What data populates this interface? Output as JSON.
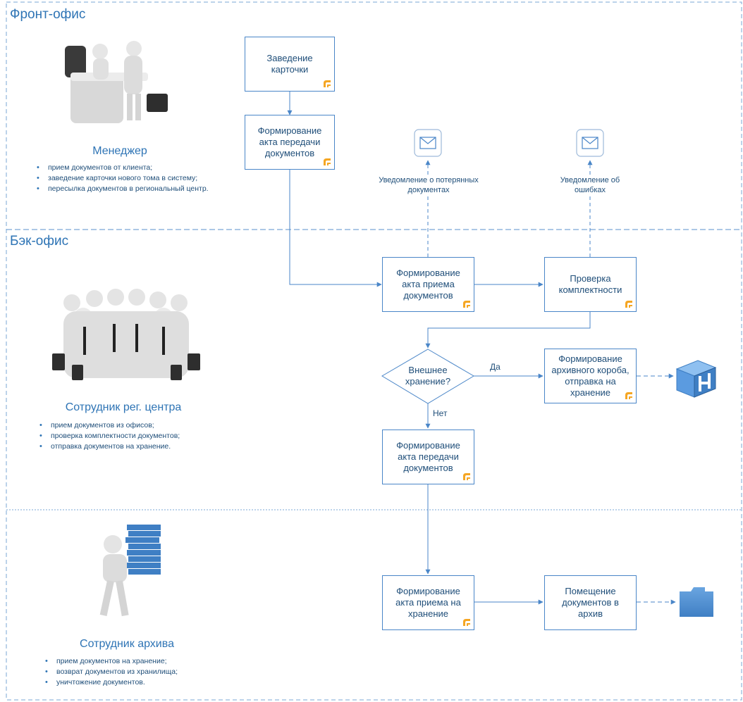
{
  "lanes": {
    "front": "Фронт-офис",
    "back": "Бэк-офис"
  },
  "roles": {
    "manager": {
      "title": "Менеджер",
      "duties": [
        "прием документов от клиента;",
        "заведение карточки нового тома в систему;",
        "пересылка документов в региональный центр."
      ]
    },
    "regional": {
      "title": "Сотрудник рег. центра",
      "duties": [
        "прием документов из офисов;",
        "проверка комплектности документов;",
        "отправка документов на хранение."
      ]
    },
    "archive": {
      "title": "Сотрудник архива",
      "duties": [
        "прием документов на хранение;",
        "возврат документов из хранилища;",
        "уничтожение документов."
      ]
    }
  },
  "boxes": {
    "card": "Заведение карточки",
    "transfer_act": "Формирование акта передачи документов",
    "accept_act": "Формирование акта приема документов",
    "completeness": "Проверка комплектности",
    "archive_box": "Формирование архивного короба, отправка на хранение",
    "transfer_act2": "Формирование акта передачи документов",
    "storage_accept": "Формирование акта приема на хранение",
    "place_archive": "Помещение документов в архив"
  },
  "decision": "Внешнее хранение?",
  "edges": {
    "yes": "Да",
    "no": "Нет"
  },
  "notes": {
    "lost": "Уведомление о потерянных документах",
    "errors": "Уведомление об ошибках"
  },
  "icons": {
    "mail": "mail-icon",
    "storage": "warehouse-box-icon",
    "folder": "folder-icon",
    "task_mark": "task-marker-icon"
  },
  "colors": {
    "accent": "#2e74b5",
    "border": "#4a86c8",
    "mark": "#f5a623"
  }
}
